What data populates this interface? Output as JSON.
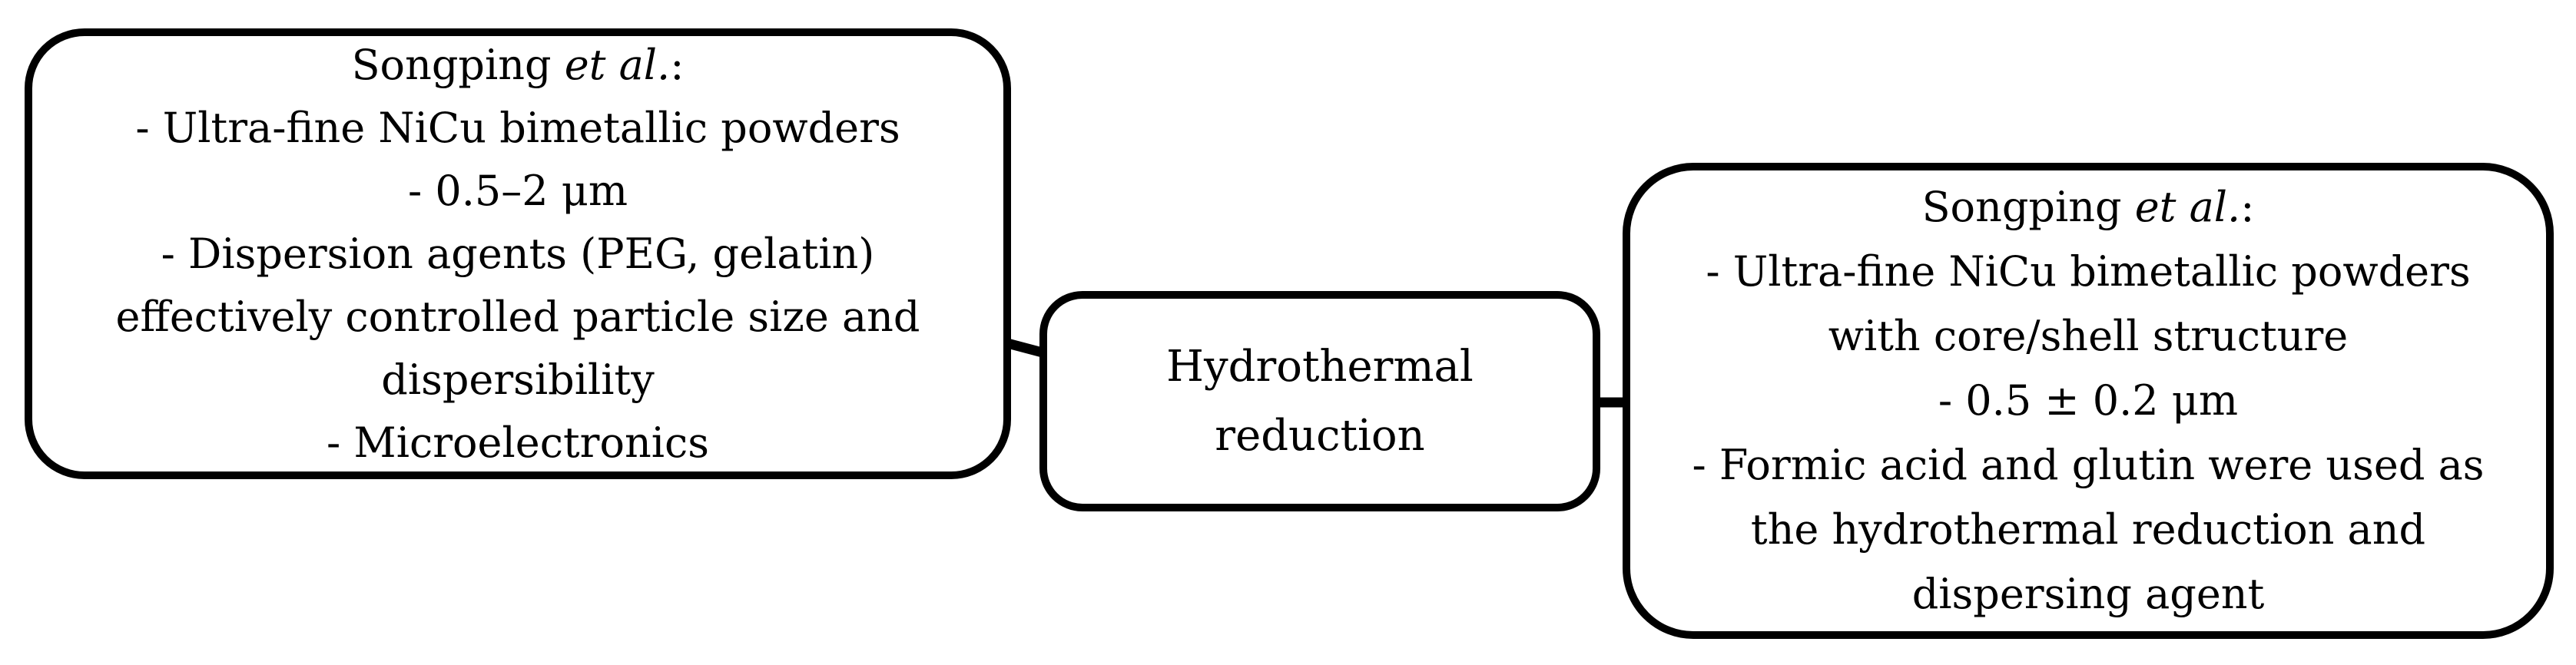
{
  "diagram": {
    "background_color": "#ffffff",
    "stroke_color": "#000000",
    "text_color": "#000000",
    "nodes": {
      "left": {
        "heading_pre": "Songping ",
        "heading_italic": "et al.",
        "heading_post": ":",
        "lines": [
          "- Ultra-fine NiCu bimetallic powders",
          "- 0.5–2 μm",
          "- Dispersion agents (PEG, gelatin)",
          "effectively controlled particle size and",
          "dispersibility",
          "- Microelectronics"
        ]
      },
      "center": {
        "lines": [
          "Hydrothermal",
          "reduction"
        ]
      },
      "right": {
        "heading_pre": "Songping ",
        "heading_italic": "et al.",
        "heading_post": ":",
        "lines": [
          "- Ultra-fine NiCu bimetallic powders",
          "with core/shell structure",
          "- 0.5 ± 0.2 μm",
          "- Formic acid and glutin were used as",
          "the hydrothermal reduction and",
          "dispersing agent"
        ]
      }
    },
    "edges": [
      {
        "from": "left",
        "to": "center"
      },
      {
        "from": "center",
        "to": "right"
      }
    ]
  }
}
